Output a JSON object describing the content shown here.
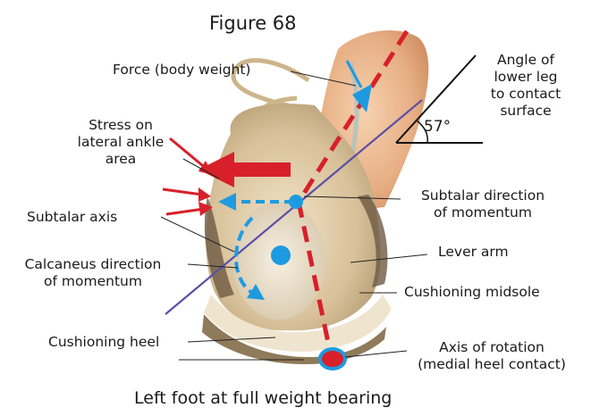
{
  "figure_title": "Figure 68",
  "caption": "Left foot at full weight bearing",
  "angle": {
    "label": "Angle of\nlower leg\nto contact\nsurface",
    "value": "57°"
  },
  "labels": {
    "force": "Force (body weight)",
    "stress": "Stress on\nlateral ankle\narea",
    "subtalar_axis": "Subtalar axis",
    "calcaneus": "Calcaneus direction\nof momentum",
    "cushioning_heel": "Cushioning heel",
    "subtalar_direction": "Subtalar direction\nof momentum",
    "lever_arm": "Lever arm",
    "cushioning_midsole": "Cushioning midsole",
    "axis_rotation": "Axis of rotation\n(medial heel contact)"
  },
  "colors": {
    "force_line": "#d8202a",
    "momentum": "#1e9be0",
    "subtalar_axis_line": "#5a4fa8",
    "shoe": "#d9c6a2",
    "leg": "#e9b48a"
  }
}
